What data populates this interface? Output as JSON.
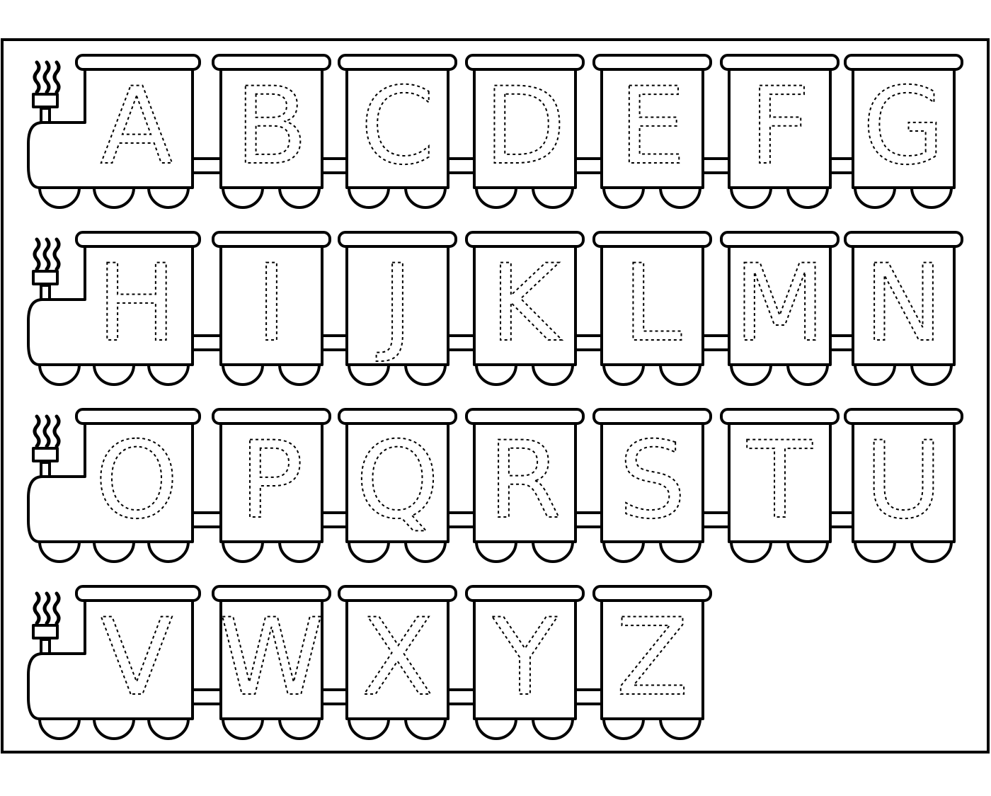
{
  "worksheet": {
    "ink_color": "#000000",
    "paper_color": "#ffffff",
    "engine_icon": "train-engine-with-smoke",
    "rows": [
      {
        "engine_letter": "A",
        "car_letters": [
          "B",
          "C",
          "D",
          "E",
          "F",
          "G"
        ]
      },
      {
        "engine_letter": "H",
        "car_letters": [
          "I",
          "J",
          "K",
          "L",
          "M",
          "N"
        ]
      },
      {
        "engine_letter": "O",
        "car_letters": [
          "P",
          "Q",
          "R",
          "S",
          "T",
          "U"
        ]
      },
      {
        "engine_letter": "V",
        "car_letters": [
          "W",
          "X",
          "Y",
          "Z"
        ]
      }
    ]
  }
}
